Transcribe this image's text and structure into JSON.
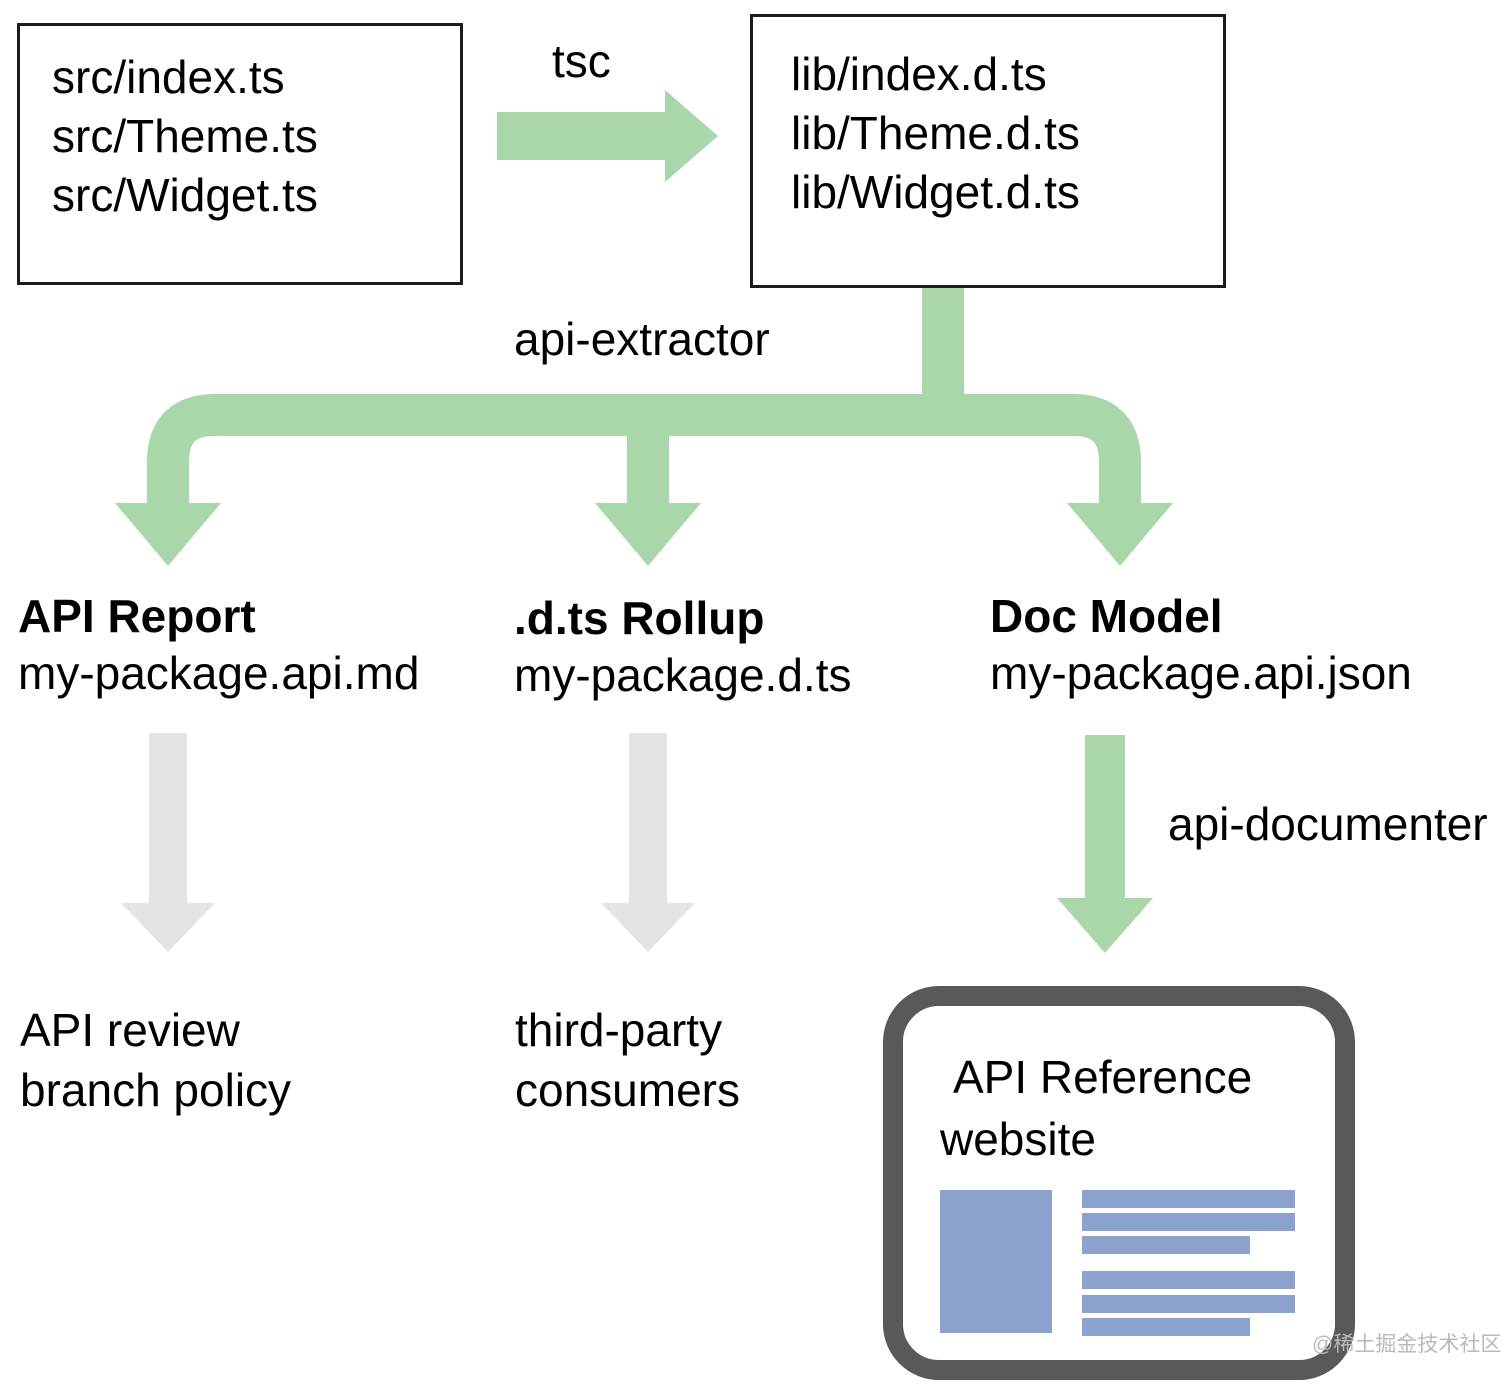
{
  "diagram": {
    "source_box": {
      "lines": [
        "src/index.ts",
        "src/Theme.ts",
        "src/Widget.ts"
      ]
    },
    "declarations_box": {
      "lines": [
        "lib/index.d.ts",
        "lib/Theme.d.ts",
        "lib/Widget.d.ts"
      ]
    },
    "labels": {
      "tsc": "tsc",
      "api_extractor": "api-extractor",
      "api_documenter": "api-documenter"
    },
    "outputs": [
      {
        "title": "API Report",
        "file": "my-package.api.md",
        "consumer": [
          "API review",
          "branch policy"
        ]
      },
      {
        "title": ".d.ts Rollup",
        "file": "my-package.d.ts",
        "consumer": [
          "third-party",
          "consumers"
        ]
      },
      {
        "title": "Doc Model",
        "file": "my-package.api.json",
        "consumer": []
      }
    ],
    "website_card": {
      "title_line1": "API Reference",
      "title_line2": "website"
    },
    "watermark": "@稀土掘金技术社区",
    "colors": {
      "arrow_green": "#a9d7a9",
      "arrow_gray": "#e4e4e4",
      "card_border": "#595959",
      "thumbnail_blue": "#8ba2ce"
    }
  }
}
